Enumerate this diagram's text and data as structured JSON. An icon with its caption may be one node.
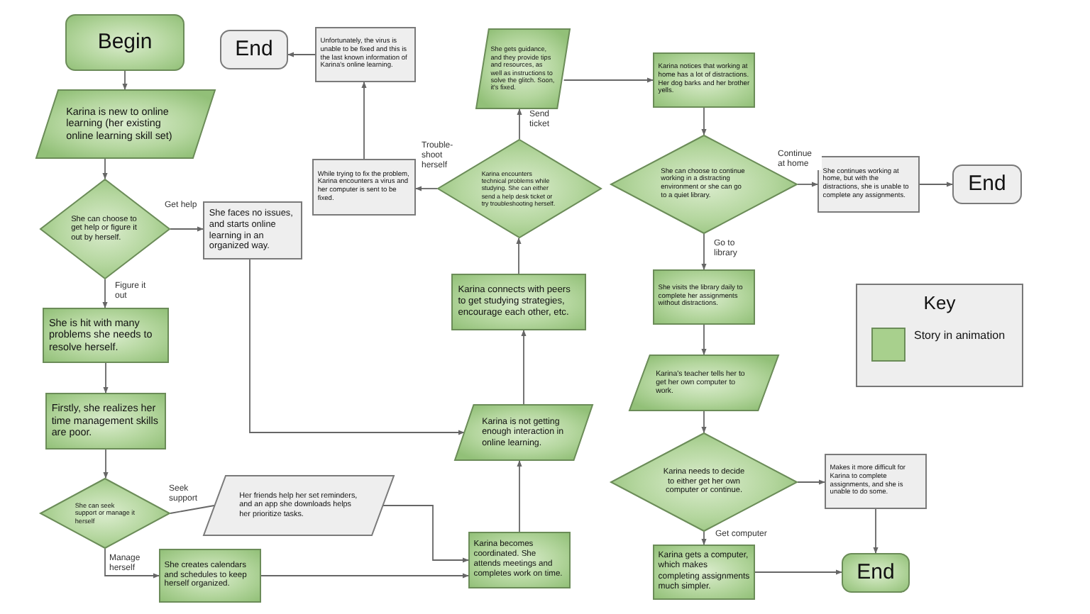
{
  "diagram": {
    "nodes": [
      {
        "text": [
          "Begin"
        ]
      },
      {
        "text": [
          "Karina is new to online learning (her existing online learning skill set)"
        ]
      },
      {
        "text": [
          "She can choose to get help or figure it out by herself."
        ]
      },
      {
        "text": [
          "She faces no issues, and starts online learning in an organized way."
        ]
      },
      {
        "text": [
          "She is hit with many problems she needs to resolve herself."
        ]
      },
      {
        "text": [
          "Firstly, she realizes her time management skills are poor."
        ]
      },
      {
        "text": [
          "She can seek support or manage it herself"
        ]
      },
      {
        "text": [
          "Her friends help her set reminders, and an app she downloads helps her prioritize tasks."
        ]
      },
      {
        "text": [
          "She creates calendars and schedules to keep herself organized."
        ]
      },
      {
        "text": [
          "Karina becomes coordinated. She attends meetings and completes work on time."
        ]
      },
      {
        "text": [
          "Karina is not getting enough interaction in online learning."
        ]
      },
      {
        "text": [
          "Karina connects with peers to get studying strategies, encourage each other, etc."
        ]
      },
      {
        "text": [
          "Karina encounters technical problems while studying. She can either send a help desk ticket or try troubleshooting herself."
        ]
      },
      {
        "text": [
          "She gets guidance, and they provide tips and resources, as well as instructions to solve the glitch. Soon, it's fixed."
        ]
      },
      {
        "text": [
          "While trying to fix the problem, Karina encounters a virus and her computer is sent to be fixed."
        ]
      },
      {
        "text": [
          "Unfortunately, the virus is unable to be fixed and this is the last known information of Karina's online learning."
        ]
      },
      {
        "text": [
          "End"
        ]
      },
      {
        "text": [
          "Karina notices that working at home has a lot of distractions. Her dog barks and her brother yells."
        ]
      },
      {
        "text": [
          "She can choose to continue working in a distracting environment or she can go to a quiet library."
        ]
      },
      {
        "text": [
          "She continues working at home, but with the distractions, she is unable to complete any assignments."
        ]
      },
      {
        "text": [
          "End"
        ]
      },
      {
        "text": [
          "She visits the library daily to complete her assignments without distractions."
        ]
      },
      {
        "text": [
          "Karina's teacher tells her to get her own computer to work."
        ]
      },
      {
        "text": [
          "Karina needs to decide to either get her own computer or continue."
        ]
      },
      {
        "text": [
          "Makes it more difficult for Karina to complete assignments, and she is unable to do some."
        ]
      },
      {
        "text": [
          "Karina gets a computer, which makes completing assignments much simpler."
        ]
      },
      {
        "text": [
          "End"
        ]
      }
    ],
    "edges": [
      {
        "from": 0,
        "to": 1,
        "arrow": "to"
      },
      {
        "from": 1,
        "to": 2,
        "arrow": "to"
      },
      {
        "from": 2,
        "to": 3,
        "arrow": "to",
        "label": "Get help"
      },
      {
        "from": 2,
        "to": 4,
        "arrow": "to",
        "label": "Figure it out"
      },
      {
        "from": 4,
        "to": 5,
        "arrow": "to"
      },
      {
        "from": 5,
        "to": 6,
        "arrow": "to"
      },
      {
        "from": 6,
        "to": 7,
        "arrow": "none",
        "label": "Seek support"
      },
      {
        "from": 6,
        "to": 8,
        "arrow": "to",
        "label": "Manage herself"
      },
      {
        "from": 7,
        "to": 9,
        "arrow": "to"
      },
      {
        "from": 8,
        "to": 9,
        "arrow": "to"
      },
      {
        "from": 3,
        "to": 10,
        "arrow": "to"
      },
      {
        "from": 9,
        "to": 10,
        "arrow": "to"
      },
      {
        "from": 10,
        "to": 11,
        "arrow": "to"
      },
      {
        "from": 11,
        "to": 12,
        "arrow": "to"
      },
      {
        "from": 12,
        "to": 13,
        "arrow": "to",
        "label": "Send ticket"
      },
      {
        "from": 12,
        "to": 14,
        "arrow": "to",
        "label": "Trouble-shoot herself"
      },
      {
        "from": 14,
        "to": 15,
        "arrow": "to"
      },
      {
        "from": 15,
        "to": 16,
        "arrow": "to"
      },
      {
        "from": 13,
        "to": 17,
        "arrow": "to"
      },
      {
        "from": 17,
        "to": 18,
        "arrow": "to"
      },
      {
        "from": 18,
        "to": 19,
        "arrow": "to",
        "label": "Continue at home"
      },
      {
        "from": 19,
        "to": 20,
        "arrow": "to"
      },
      {
        "from": 18,
        "to": 21,
        "arrow": "to",
        "label": "Go to library"
      },
      {
        "from": 21,
        "to": 22,
        "arrow": "to"
      },
      {
        "from": 22,
        "to": 23,
        "arrow": "to"
      },
      {
        "from": 23,
        "to": 24,
        "arrow": "to"
      },
      {
        "from": 23,
        "to": 25,
        "arrow": "to",
        "label": "Get computer"
      },
      {
        "from": 24,
        "to": 26,
        "arrow": "to"
      },
      {
        "from": 25,
        "to": 26,
        "arrow": "to"
      }
    ],
    "labels": [
      "Key"
    ],
    "legend": [
      {
        "text": "Story in animation",
        "color": "#a8d08d"
      }
    ]
  }
}
